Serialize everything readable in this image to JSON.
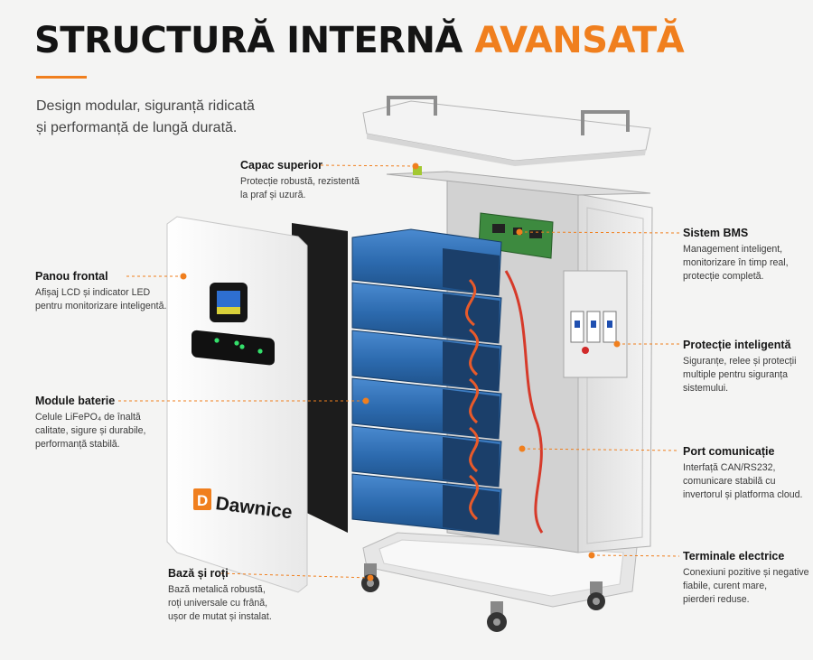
{
  "header": {
    "title_part1": "STRUCTURĂ INTERNĂ",
    "title_part2": "AVANSATĂ",
    "subtitle_line1": "Design modular, siguranță ridicată",
    "subtitle_line2": "și performanță de lungă durată."
  },
  "brand": {
    "name": "Dawnice",
    "mark": "D"
  },
  "callouts": {
    "capac": {
      "title": "Capac superior",
      "line1": "Protecție robustă, rezistentă",
      "line2": "la praf și uzură."
    },
    "panou": {
      "title": "Panou frontal",
      "line1": "Afișaj LCD și indicator LED",
      "line2": "pentru monitorizare inteligentă."
    },
    "module": {
      "title": "Module baterie",
      "line1": "Celule LiFePO₄ de înaltă",
      "line2": "calitate, sigure și durabile,",
      "line3": "performanță stabilă."
    },
    "baza": {
      "title": "Bază și roți",
      "line1": "Bază metalică robustă,",
      "line2": "roți universale cu frână,",
      "line3": "ușor de mutat și instalat."
    },
    "bms": {
      "title": "Sistem BMS",
      "line1": "Management inteligent,",
      "line2": "monitorizare în timp real,",
      "line3": "protecție completă."
    },
    "protectie": {
      "title": "Protecție inteligentă",
      "line1": "Siguranțe, relee și protecții",
      "line2": "multiple pentru siguranța",
      "line3": "sistemului."
    },
    "port": {
      "title": "Port comunicație",
      "line1": "Interfață CAN/RS232,",
      "line2": "comunicare stabilă cu",
      "line3": "invertorul și platforma cloud."
    },
    "terminale": {
      "title": "Terminale electrice",
      "line1": "Conexiuni pozitive și negative",
      "line2": "fiabile, curent mare,",
      "line3": "pierderi reduse."
    }
  },
  "colors": {
    "accent": "#f07f1e",
    "battery_blue": "#2f6fb2",
    "title": "#141414"
  }
}
